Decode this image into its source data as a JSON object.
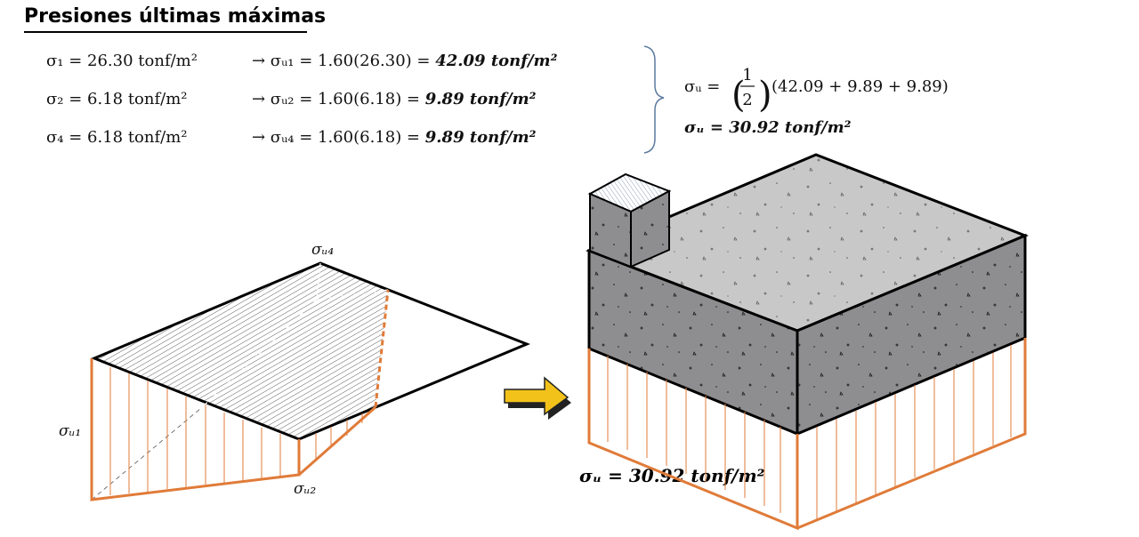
{
  "title": "Presiones últimas máximas",
  "equations": [
    {
      "lhs": "σ₁ = 26.30 tonf/m²",
      "mid": "→ σᵤ₁ = 1.60(26.30) = ",
      "result": "42.09 tonf/m²"
    },
    {
      "lhs": "σ₂ = 6.18 tonf/m²",
      "mid": "→ σᵤ₂ = 1.60(6.18) = ",
      "result": "9.89 tonf/m²"
    },
    {
      "lhs": "σ₄ = 6.18 tonf/m²",
      "mid": "→ σᵤ₄ = 1.60(6.18) = ",
      "result": "9.89 tonf/m²"
    }
  ],
  "summary": {
    "line1_prefix": "σᵤ = ",
    "fraction_num": "1",
    "fraction_den": "2",
    "line1_suffix": "(42.09 + 9.89 + 9.89)",
    "line2": "σᵤ = 30.92 tonf/m²"
  },
  "labels": {
    "sigma_u4": "σᵤ₄",
    "sigma_u1": "σᵤ₁",
    "sigma_u2": "σᵤ₂",
    "bottom_result": "σᵤ = 30.92 tonf/m²"
  },
  "colors": {
    "pressure": "#e07b39",
    "concrete_top": "#c8c8c8",
    "concrete_side": "#8c8c8e",
    "arrow": "#f3c21a"
  }
}
